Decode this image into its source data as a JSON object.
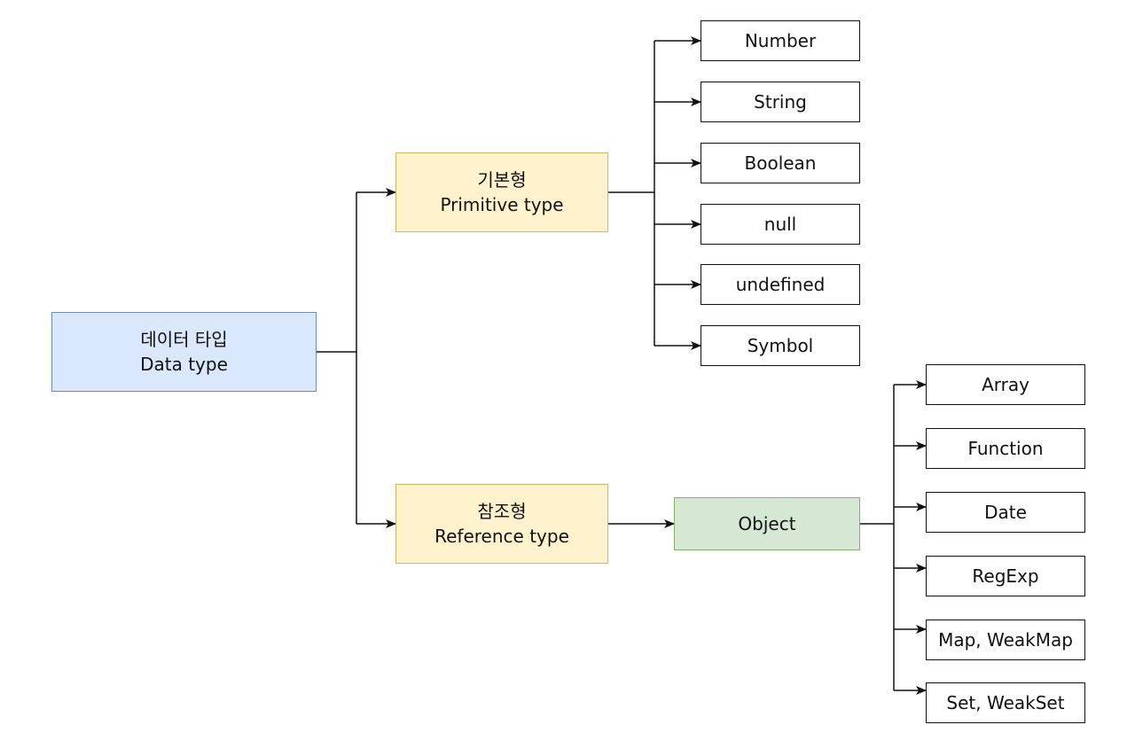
{
  "root": {
    "line1": "데이터 타입",
    "line2": "Data type"
  },
  "primitive": {
    "line1": "기본형",
    "line2": "Primitive type",
    "items": [
      "Number",
      "String",
      "Boolean",
      "null",
      "undefined",
      "Symbol"
    ]
  },
  "reference": {
    "line1": "참조형",
    "line2": "Reference type",
    "object": "Object",
    "items": [
      "Array",
      "Function",
      "Date",
      "RegExp",
      "Map, WeakMap",
      "Set, WeakSet"
    ]
  },
  "colors": {
    "root_fill": "#dae8fc",
    "root_stroke": "#6c8ebf",
    "group_fill": "#fff2cc",
    "group_stroke": "#d6b656",
    "object_fill": "#d5e8d4",
    "object_stroke": "#82b366",
    "leaf_fill": "#ffffff",
    "line": "#111111"
  }
}
